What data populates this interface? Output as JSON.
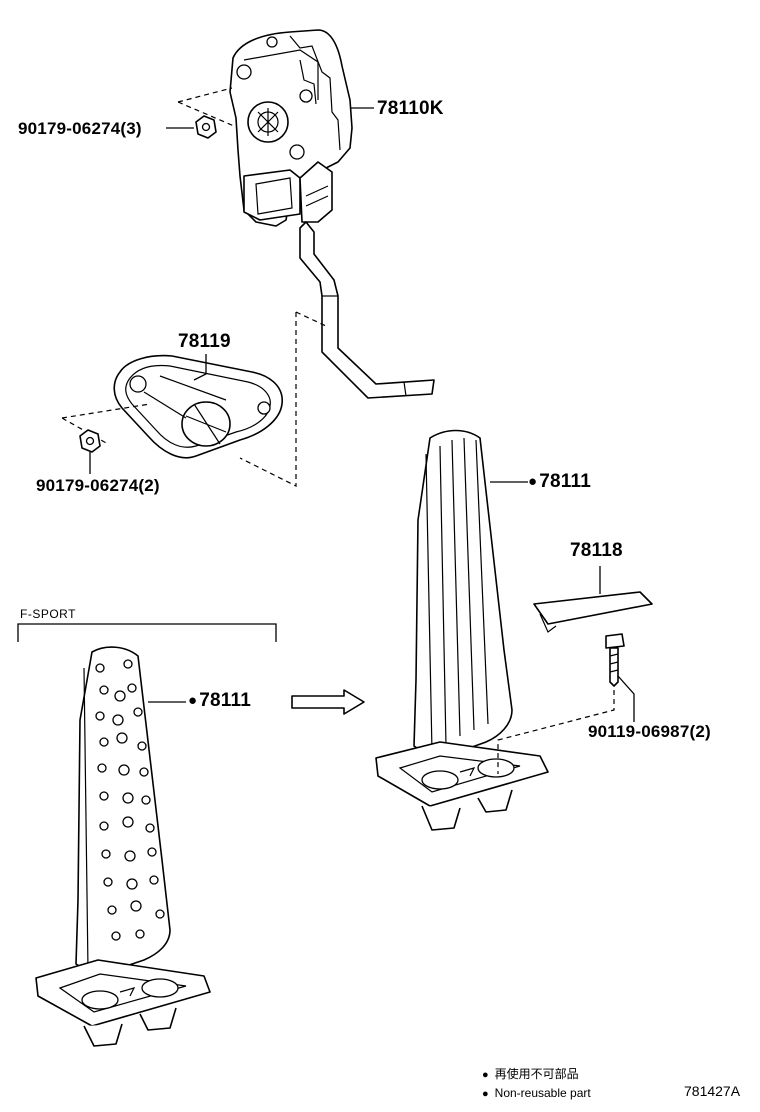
{
  "labels": {
    "sensor_assembly": "78110K",
    "bracket": "78119",
    "pad": "78111",
    "cover": "78118",
    "nut_top": "90179-06274(3)",
    "nut_bottom": "90179-06274(2)",
    "bolt": "90119-06987(2)",
    "fsport_pad": "78111"
  },
  "section_title": "F-SPORT",
  "legend": {
    "non_reusable_jp": "再使用不可部品",
    "non_reusable_en": "Non-reusable part"
  },
  "diagram_code": "781427A"
}
